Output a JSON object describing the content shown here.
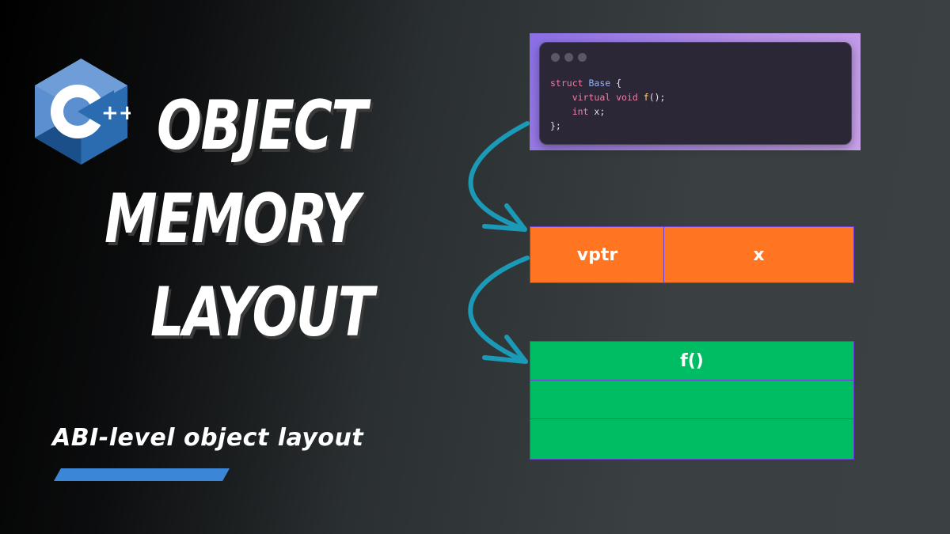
{
  "logo": {
    "text": "C",
    "superscript": "++",
    "colors": {
      "dark": "#1b4f8a",
      "mid": "#5c8fcf",
      "light": "#9dc0ea"
    }
  },
  "title": {
    "line1": "OBJECT",
    "line2": "MEMORY",
    "line3": "LAYOUT"
  },
  "subtitle": "ABI-level object layout",
  "code": {
    "window_dots": 3,
    "lines": [
      "struct Base {",
      "    virtual void f();",
      "    int x;",
      "};"
    ]
  },
  "object_layout": {
    "cells": [
      "vptr",
      "x"
    ],
    "color": "#ff7522"
  },
  "vtable": {
    "cells": [
      "f()",
      "",
      ""
    ],
    "color": "#00bd63"
  },
  "arrow_color": "#1b9ab8",
  "accent_color": "#3b86d6"
}
